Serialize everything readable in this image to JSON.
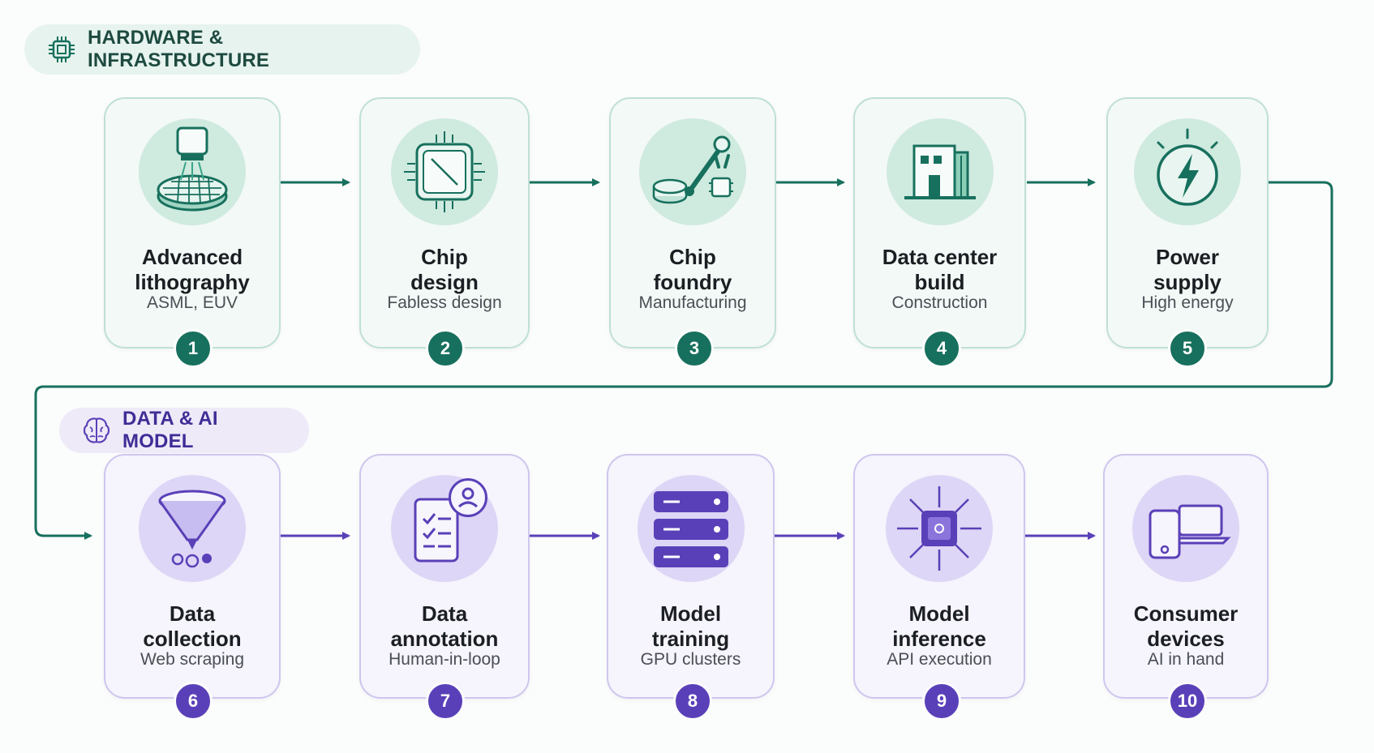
{
  "colors": {
    "green_accent": "#17705d",
    "green_light": "#cfeadf",
    "purple_accent": "#5a40b8",
    "purple_light": "#ddd6f6"
  },
  "sections": {
    "hardware": {
      "label": "HARDWARE & INFRASTRUCTURE",
      "icon": "chip-icon"
    },
    "data_ai": {
      "label": "DATA & AI MODEL",
      "icon": "brain-icon"
    }
  },
  "steps": [
    {
      "number": "1",
      "title_line1": "Advanced",
      "title_line2": "lithography",
      "subtitle": "ASML, EUV",
      "icon": "lithography-icon"
    },
    {
      "number": "2",
      "title_line1": "Chip",
      "title_line2": "design",
      "subtitle": "Fabless design",
      "icon": "chip-design-icon"
    },
    {
      "number": "3",
      "title_line1": "Chip",
      "title_line2": "foundry",
      "subtitle": "Manufacturing",
      "icon": "robot-arm-icon"
    },
    {
      "number": "4",
      "title_line1": "Data center",
      "title_line2": "build",
      "subtitle": "Construction",
      "icon": "building-icon"
    },
    {
      "number": "5",
      "title_line1": "Power",
      "title_line2": "supply",
      "subtitle": "High energy",
      "icon": "lightning-icon"
    },
    {
      "number": "6",
      "title_line1": "Data",
      "title_line2": "collection",
      "subtitle": "Web scraping",
      "icon": "funnel-icon"
    },
    {
      "number": "7",
      "title_line1": "Data",
      "title_line2": "annotation",
      "subtitle": "Human-in-loop",
      "icon": "checklist-icon"
    },
    {
      "number": "8",
      "title_line1": "Model",
      "title_line2": "training",
      "subtitle": "GPU clusters",
      "icon": "server-icon"
    },
    {
      "number": "9",
      "title_line1": "Model",
      "title_line2": "inference",
      "subtitle": "API execution",
      "icon": "processor-icon"
    },
    {
      "number": "10",
      "title_line1": "Consumer",
      "title_line2": "devices",
      "subtitle": "AI in hand",
      "icon": "devices-icon"
    }
  ]
}
